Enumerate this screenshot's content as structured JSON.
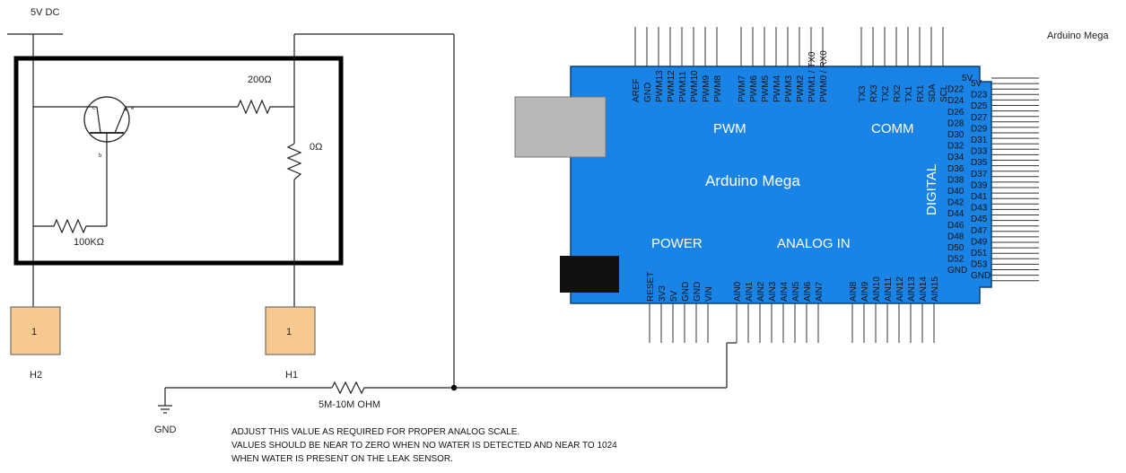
{
  "supply": {
    "label": "5V DC"
  },
  "resistors": {
    "r_top": "200Ω",
    "r_right": "0Ω",
    "r_base": "100KΩ",
    "r_sense": "5M-10M OHM"
  },
  "headers": {
    "h1": {
      "label": "H1",
      "pin": "1"
    },
    "h2": {
      "label": "H2",
      "pin": "1"
    }
  },
  "ground": {
    "label": "GND"
  },
  "board": {
    "corner_label": "Arduino Mega",
    "title": "Arduino Mega",
    "section_pwm": "PWM",
    "section_comm": "COMM",
    "section_digital": "DIGITAL",
    "section_power": "POWER",
    "section_analog": "ANALOG IN",
    "top_pins_left": [
      "AREF",
      "GND",
      "PWM13",
      "PWM12",
      "PWM11",
      "PWM10",
      "PWM9",
      "PWM8"
    ],
    "top_pins_mid": [
      "PWM7",
      "PWM6",
      "PWM5",
      "PWM4",
      "PWM3",
      "PWM2",
      "PWM1 / TX0",
      "PWM0 / RX0"
    ],
    "top_pins_right": [
      "TX3",
      "RX3",
      "TX2",
      "RX2",
      "TX1",
      "RX1",
      "SDA",
      "SCL"
    ],
    "bottom_pins_power": [
      "RESET",
      "3V3",
      "5V",
      "GND",
      "GND",
      "VIN"
    ],
    "bottom_pins_analog_a": [
      "AIN0",
      "AIN1",
      "AIN2",
      "AIN3",
      "AIN4",
      "AIN5",
      "AIN6",
      "AIN7"
    ],
    "bottom_pins_analog_b": [
      "AIN8",
      "AIN9",
      "AIN10",
      "AIN11",
      "AIN12",
      "AIN13",
      "AIN14",
      "AIN15"
    ],
    "right_pins_left_col": [
      "5V",
      "D22",
      "D24",
      "D26",
      "D28",
      "D30",
      "D32",
      "D34",
      "D36",
      "D38",
      "D40",
      "D42",
      "D44",
      "D46",
      "D48",
      "D50",
      "D52",
      "GND"
    ],
    "right_pins_right_col": [
      "5V",
      "D23",
      "D25",
      "D27",
      "D29",
      "D31",
      "D33",
      "D35",
      "D37",
      "D39",
      "D41",
      "D43",
      "D45",
      "D47",
      "D49",
      "D51",
      "D53",
      "GND"
    ]
  },
  "notes": [
    "ADJUST THIS VALUE AS REQUIRED FOR PROPER ANALOG SCALE.",
    "VALUES SHOULD BE NEAR TO ZERO WHEN NO WATER IS DETECTED AND NEAR TO 1024",
    "WHEN WATER IS PRESENT ON THE LEAK SENSOR."
  ],
  "colors": {
    "board_blue": "#1a84e6",
    "header_fill": "#f6c98f",
    "usb_gray": "#b8b8b8",
    "jack_black": "#111111"
  }
}
